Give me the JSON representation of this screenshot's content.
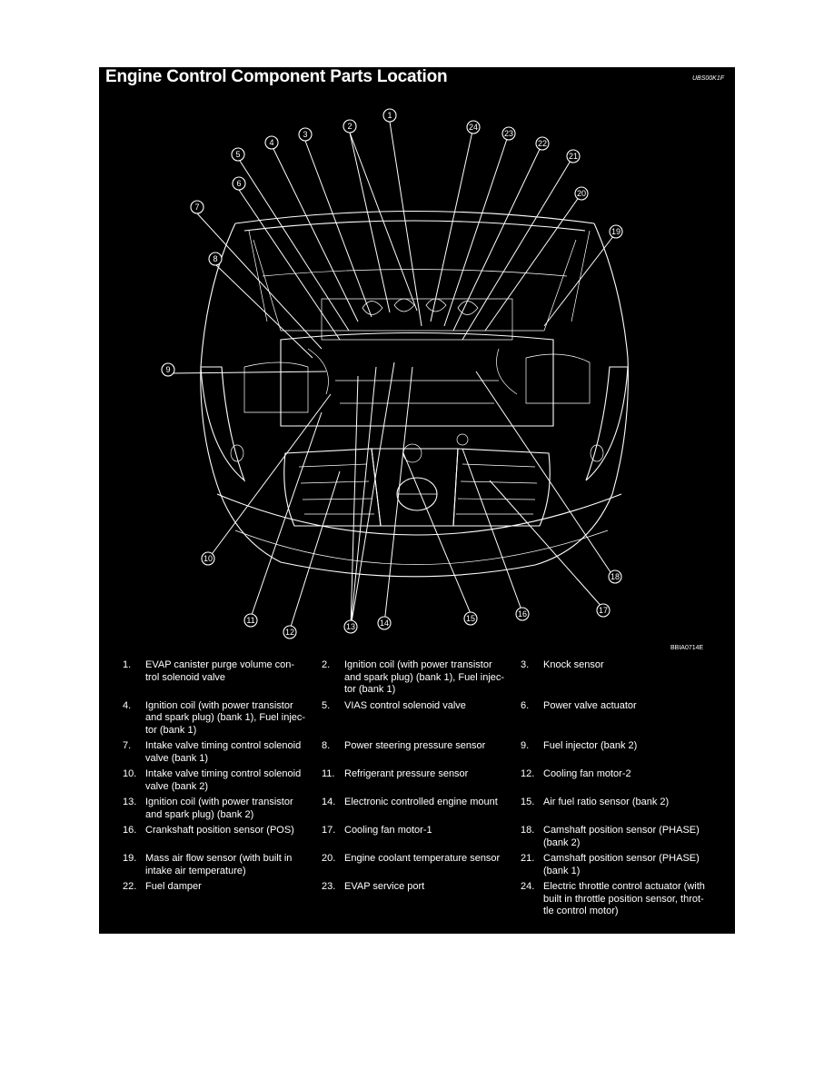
{
  "title": "Engine Control Component Parts Location",
  "doc_code": "UBS00K1F",
  "figure_code": "BBIA0714E",
  "legend": [
    {
      "num": "1.",
      "text": "EVAP canister purge volume con-trol solenoid valve"
    },
    {
      "num": "2.",
      "text": "Ignition coil (with power transistor and spark plug) (bank 1), Fuel injec-tor (bank 1)"
    },
    {
      "num": "3.",
      "text": "Knock sensor"
    },
    {
      "num": "4.",
      "text": "Ignition coil (with power transistor and spark plug) (bank 1), Fuel injec-tor (bank 1)"
    },
    {
      "num": "5.",
      "text": "VIAS control solenoid valve"
    },
    {
      "num": "6.",
      "text": "Power valve actuator"
    },
    {
      "num": "7.",
      "text": "Intake valve timing control solenoid valve (bank 1)"
    },
    {
      "num": "8.",
      "text": "Power steering pressure sensor"
    },
    {
      "num": "9.",
      "text": "Fuel injector (bank 2)"
    },
    {
      "num": "10.",
      "text": "Intake valve timing control solenoid valve (bank 2)"
    },
    {
      "num": "11.",
      "text": "Refrigerant pressure sensor"
    },
    {
      "num": "12.",
      "text": "Cooling fan motor-2"
    },
    {
      "num": "13.",
      "text": "Ignition coil (with power transistor and spark plug) (bank 2)"
    },
    {
      "num": "14.",
      "text": "Electronic controlled engine mount"
    },
    {
      "num": "15.",
      "text": "Air fuel ratio sensor (bank 2)"
    },
    {
      "num": "16.",
      "text": "Crankshaft position sensor (POS)"
    },
    {
      "num": "17.",
      "text": "Cooling fan motor-1"
    },
    {
      "num": "18.",
      "text": "Camshaft position sensor (PHASE) (bank 2)"
    },
    {
      "num": "19.",
      "text": "Mass air flow sensor (with built in intake air temperature)"
    },
    {
      "num": "20.",
      "text": "Engine coolant temperature sensor"
    },
    {
      "num": "21.",
      "text": "Camshaft position sensor (PHASE) (bank 1)"
    },
    {
      "num": "22.",
      "text": "Fuel damper"
    },
    {
      "num": "23.",
      "text": "EVAP service port"
    },
    {
      "num": "24.",
      "text": "Electric throttle control actuator (with built in throttle position sensor, throt-tle control motor)"
    }
  ],
  "callouts": [
    "1",
    "2",
    "3",
    "4",
    "5",
    "6",
    "7",
    "8",
    "9",
    "10",
    "11",
    "12",
    "13",
    "14",
    "15",
    "16",
    "17",
    "18",
    "19",
    "20",
    "21",
    "22",
    "23",
    "24"
  ]
}
